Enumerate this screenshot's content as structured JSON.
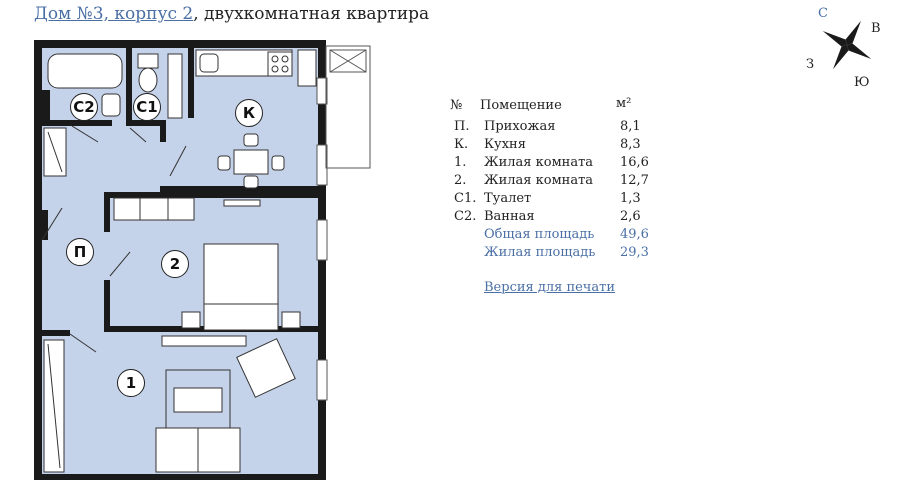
{
  "title": {
    "link_text": "Дом №3, корпус 2",
    "suffix": ", двухкомнатная квартира"
  },
  "compass": {
    "n": "С",
    "e": "В",
    "s": "Ю",
    "w": "З"
  },
  "rooms_table": {
    "header": {
      "num": "№",
      "name": "Помещение",
      "area_unit": "м²"
    },
    "rows": [
      {
        "num": "П.",
        "name": "Прихожая",
        "area": "8,1"
      },
      {
        "num": "К.",
        "name": "Кухня",
        "area": "8,3"
      },
      {
        "num": "1.",
        "name": "Жилая комната",
        "area": "16,6"
      },
      {
        "num": "2.",
        "name": "Жилая комната",
        "area": "12,7"
      },
      {
        "num": "С1.",
        "name": "Туалет",
        "area": "1,3"
      },
      {
        "num": "С2.",
        "name": "Ванная",
        "area": "2,6"
      }
    ],
    "totals": [
      {
        "name": "Общая площадь",
        "area": "49,6"
      },
      {
        "name": "Жилая площадь",
        "area": "29,3"
      }
    ]
  },
  "print_link": "Версия для печати",
  "plan_labels": {
    "c2": "С2",
    "c1": "С1",
    "k": "К",
    "p": "П",
    "r2": "2",
    "r1": "1"
  },
  "colors": {
    "floor": "#c5d3ea",
    "wall": "#1a1a1a",
    "link": "#4a6fa5"
  }
}
